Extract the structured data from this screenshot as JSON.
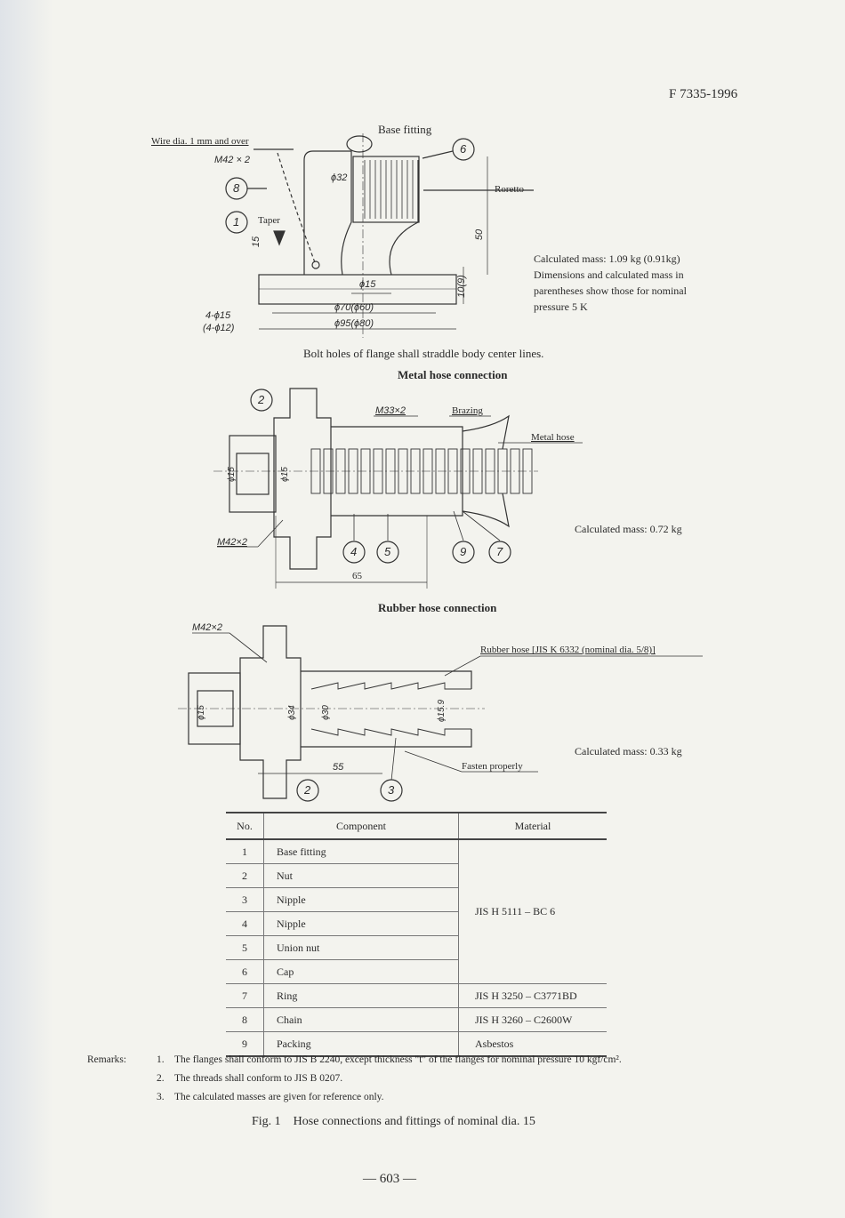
{
  "header": {
    "standard": "F 7335-1996"
  },
  "base_fitting": {
    "title": "Base fitting",
    "wire_note": "Wire dia. 1 mm and over",
    "thread": "M42 × 2",
    "taper": "Taper",
    "dim_phi32": "ϕ32",
    "dim_phi15": "ϕ15",
    "dim_phi70": "ϕ70(ϕ60)",
    "dim_phi95": "ϕ95(ϕ80)",
    "dim_50": "50",
    "dim_10": "10(9)",
    "dim_15": "15",
    "holes": "4-ϕ15",
    "holes_alt": "(4-ϕ12)",
    "roretto": "Roretto",
    "mass_lines": [
      "Calculated mass: 1.09 kg (0.91kg)",
      "Dimensions and calculated mass in",
      "parentheses show those for nominal",
      "pressure 5 K"
    ],
    "bolt_note": "Bolt holes of flange shall straddle body center lines.",
    "callouts": [
      "6",
      "8",
      "1"
    ]
  },
  "metal_hose": {
    "title": "Metal hose connection",
    "thread_top": "M33×2",
    "brazing": "Brazing",
    "metal_hose_label": "Metal hose",
    "thread_left": "M42×2",
    "dim_phi15a": "ϕ15",
    "dim_phi15b": "ϕ15",
    "dim_65": "65",
    "mass": "Calculated mass: 0.72 kg",
    "callouts": [
      "2",
      "4",
      "5",
      "9",
      "7"
    ]
  },
  "rubber_hose": {
    "title": "Rubber hose connection",
    "thread": "M42×2",
    "rubber_hose_label": "Rubber hose [JIS K 6332 (nominal dia. 5/8)]",
    "fasten": "Fasten properly",
    "dim_phi15": "ϕ15",
    "dim_phi34": "ϕ34",
    "dim_phi30": "ϕ30",
    "dim_phi159": "ϕ15.9",
    "dim_55": "55",
    "mass": "Calculated mass:  0.33 kg",
    "callouts": [
      "2",
      "3"
    ]
  },
  "table": {
    "headers": [
      "No.",
      "Component",
      "Material"
    ],
    "rows": [
      {
        "no": "1",
        "component": "Base fitting"
      },
      {
        "no": "2",
        "component": "Nut"
      },
      {
        "no": "3",
        "component": "Nipple"
      },
      {
        "no": "4",
        "component": "Nipple"
      },
      {
        "no": "5",
        "component": "Union nut"
      },
      {
        "no": "6",
        "component": "Cap"
      },
      {
        "no": "7",
        "component": "Ring",
        "material": "JIS H 3250 – C3771BD"
      },
      {
        "no": "8",
        "component": "Chain",
        "material": "JIS H 3260 – C2600W"
      },
      {
        "no": "9",
        "component": "Packing",
        "material": "Asbestos"
      }
    ],
    "merged_material": "JIS H 5111 – BC 6"
  },
  "remarks": {
    "label": "Remarks:",
    "items": [
      {
        "n": "1.",
        "text": "The flanges shall conform to JIS B 2240, except thickness \"t\" of the flanges for nominal pressure 10 kgf/cm²."
      },
      {
        "n": "2.",
        "text": "The threads shall conform to JIS B 0207."
      },
      {
        "n": "3.",
        "text": "The calculated masses are given for reference only."
      }
    ]
  },
  "figure_caption": "Fig. 1    Hose connections and fittings of nominal dia. 15",
  "page_number": "— 603 —"
}
